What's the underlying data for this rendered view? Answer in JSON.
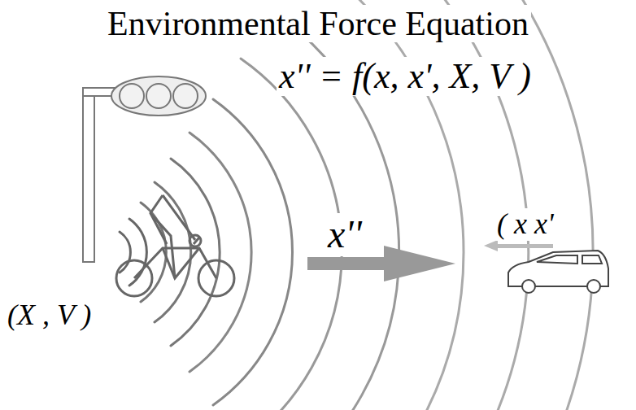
{
  "diagram": {
    "title": "Environmental Force Equation",
    "labels": [
      "x'' = f(x, x', X, V )",
      "x''",
      "( x x'",
      "(X , V )"
    ]
  }
}
